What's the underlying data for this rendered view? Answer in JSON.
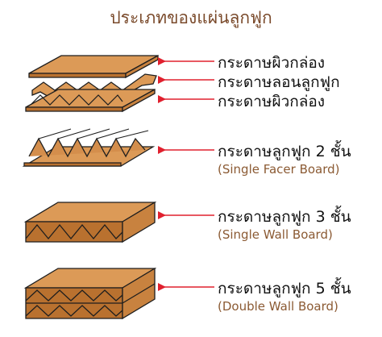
{
  "title": "ประเภทของแผ่นลูกฟูก",
  "layers": {
    "top": "กระดาษผิวกล่อง",
    "middle": "กระดาษลอนลูกฟูก",
    "bottom": "กระดาษผิวกล่อง"
  },
  "types": [
    {
      "name": "กระดาษลูกฟูก 2 ชั้น",
      "english": "(Single Facer Board)"
    },
    {
      "name": "กระดาษลูกฟูก 3 ชั้น",
      "english": "(Single Wall Board)"
    },
    {
      "name": "กระดาษลูกฟูก 5 ชั้น",
      "english": "(Double Wall Board)"
    }
  ],
  "colors": {
    "title": "#7a4a2b",
    "arrow": "#e0202e",
    "board_top": "#dc9a57",
    "board_side": "#b9712f",
    "edge": "#1e1e1e",
    "english": "#8b5a33"
  }
}
